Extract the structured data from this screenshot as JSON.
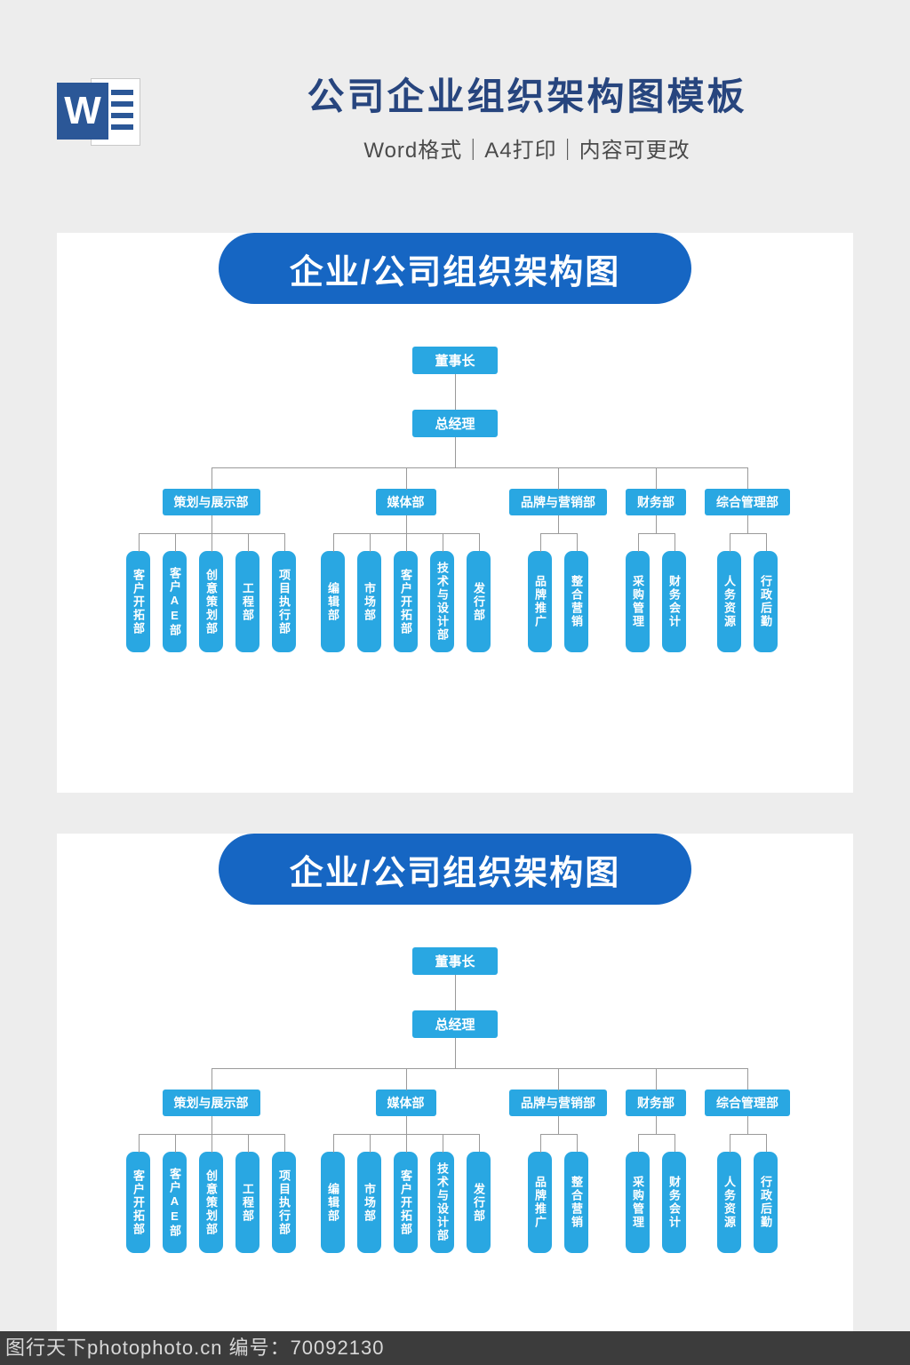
{
  "header": {
    "word_icon": {
      "letter": "W"
    },
    "title": "公司企业组织架构图模板",
    "subtitle": "Word格式｜A4打印｜内容可更改"
  },
  "org_chart": {
    "banner_title": "企业/公司组织架构图",
    "chairman": "董事长",
    "general_manager": "总经理",
    "departments": [
      {
        "label": "策划与展示部",
        "children": [
          "客户开拓部",
          "客户AE部",
          "创意策划部",
          "工程部",
          "项目执行部"
        ]
      },
      {
        "label": "媒体部",
        "children": [
          "编辑部",
          "市场部",
          "客户开拓部",
          "技术与设计部",
          "发行部"
        ]
      },
      {
        "label": "品牌与营销部",
        "children": [
          "品牌推广",
          "整合营销"
        ]
      },
      {
        "label": "财务部",
        "children": [
          "采购管理",
          "财务会计"
        ]
      },
      {
        "label": "综合管理部",
        "children": [
          "人务资源",
          "行政后勤"
        ]
      }
    ]
  },
  "footer": {
    "text": "图行天下photophoto.cn 编号：70092130"
  },
  "colors": {
    "banner_blue": "#1666c3",
    "node_blue": "#29a7e2",
    "title_navy": "#27457e",
    "line_gray": "#9a9a9a",
    "page_bg": "#ffffff",
    "canvas_bg": "#ededed",
    "footer_bg": "#3c3c3c",
    "word_blue": "#2b5797"
  }
}
